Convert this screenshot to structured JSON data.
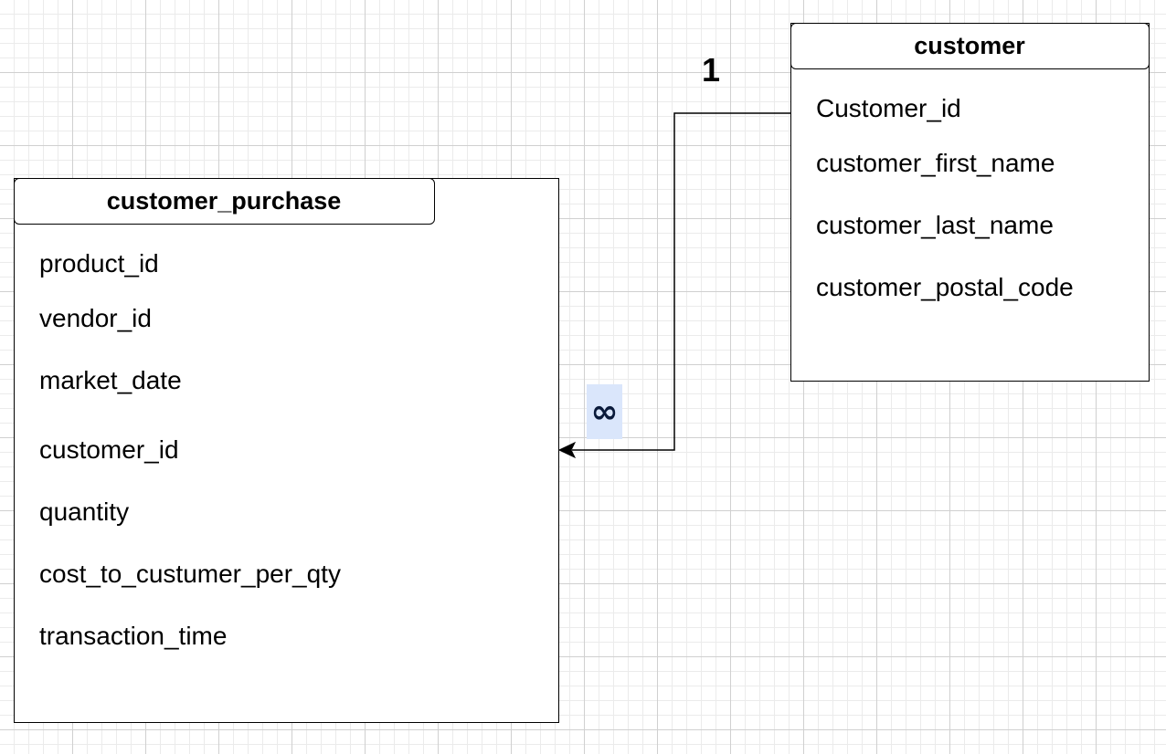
{
  "customer_purchase": {
    "title": "customer_purchase",
    "fields": [
      "product_id",
      "vendor_id",
      "market_date",
      "customer_id",
      "quantity",
      "cost_to_custumer_per_qty",
      "transaction_time"
    ]
  },
  "customer": {
    "title": "customer",
    "fields": [
      "Customer_id",
      "customer_first_name",
      "customer_last_name",
      "customer_postal_code"
    ]
  },
  "relationship": {
    "one_label": "1",
    "many_label": "∞",
    "from": "customer.Customer_id",
    "to": "customer_purchase.customer_id"
  },
  "colors": {
    "many_highlight": "#dae6fb",
    "line": "#000000",
    "grid": "#d0d0d0"
  }
}
